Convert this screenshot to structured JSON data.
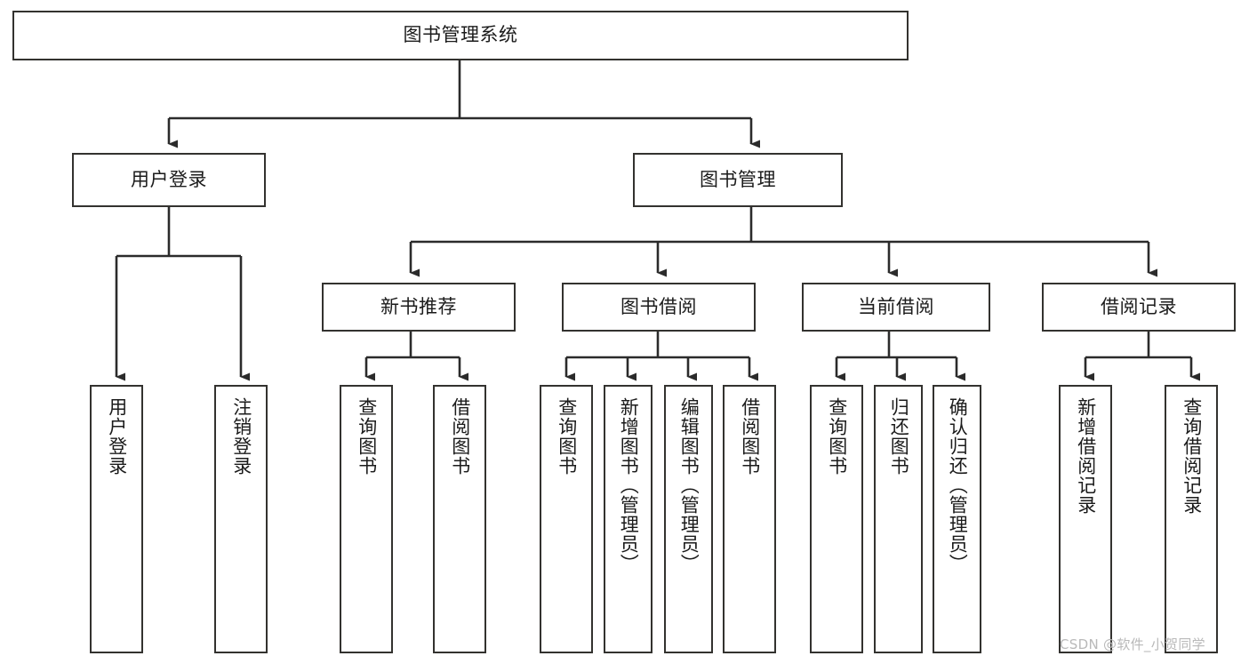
{
  "diagram": {
    "type": "tree-flowchart",
    "title": "图书管理系统",
    "watermark": "CSDN @软件_小贺同学",
    "colors": {
      "border": "#33322f",
      "background": "#ffffff",
      "text": "#1b1b1b",
      "edge": "#2b2b2b",
      "watermark": "#b9b9b9"
    },
    "nodes": {
      "root": {
        "label": "图书管理系统"
      },
      "level2": [
        {
          "id": "user-login",
          "label": "用户登录"
        },
        {
          "id": "book-manage",
          "label": "图书管理"
        }
      ],
      "level3": [
        {
          "id": "new-book-recommend",
          "label": "新书推荐"
        },
        {
          "id": "book-borrow",
          "label": "图书借阅"
        },
        {
          "id": "current-borrow",
          "label": "当前借阅"
        },
        {
          "id": "borrow-record",
          "label": "借阅记录"
        }
      ],
      "leaves": [
        {
          "id": "leaf-user-login",
          "label": "用户登录",
          "parent": "user-login"
        },
        {
          "id": "leaf-logout",
          "label": "注销登录",
          "parent": "user-login"
        },
        {
          "id": "leaf-query-book-1",
          "label": "查询图书",
          "parent": "new-book-recommend"
        },
        {
          "id": "leaf-borrow-book-1",
          "label": "借阅图书",
          "parent": "new-book-recommend"
        },
        {
          "id": "leaf-query-book-2",
          "label": "查询图书",
          "parent": "book-borrow"
        },
        {
          "id": "leaf-add-book",
          "label": "新增图书（管理员）",
          "parent": "book-borrow"
        },
        {
          "id": "leaf-edit-book",
          "label": "编辑图书（管理员）",
          "parent": "book-borrow"
        },
        {
          "id": "leaf-borrow-book-2",
          "label": "借阅图书",
          "parent": "book-borrow"
        },
        {
          "id": "leaf-query-book-3",
          "label": "查询图书",
          "parent": "current-borrow"
        },
        {
          "id": "leaf-return-book",
          "label": "归还图书",
          "parent": "current-borrow"
        },
        {
          "id": "leaf-confirm-return",
          "label": "确认归还（管理员）",
          "parent": "current-borrow"
        },
        {
          "id": "leaf-add-record",
          "label": "新增借阅记录",
          "parent": "borrow-record"
        },
        {
          "id": "leaf-query-record",
          "label": "查询借阅记录",
          "parent": "borrow-record"
        }
      ]
    }
  }
}
